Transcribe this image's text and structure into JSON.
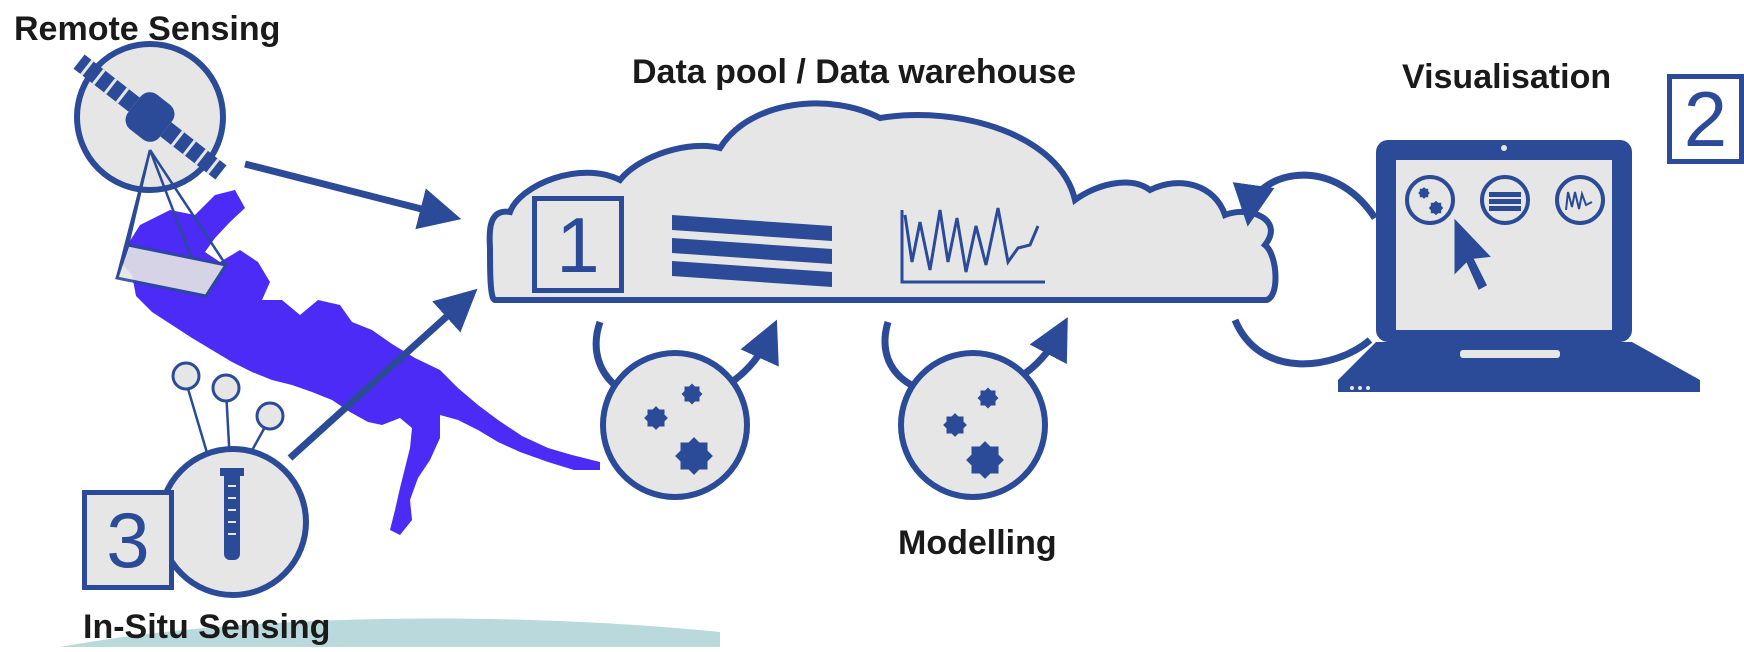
{
  "labels": {
    "remote_sensing": "Remote Sensing",
    "data_pool": "Data pool / Data warehouse",
    "visualisation": "Visualisation",
    "modelling": "Modelling",
    "in_situ": "In-Situ Sensing"
  },
  "badges": {
    "one": "1",
    "two": "2",
    "three": "3"
  },
  "colors": {
    "accent": "#2b4a97",
    "water": "#4b2bf5",
    "fill": "#e6e6e6",
    "teal_band": "#a9cfd3"
  },
  "icons": [
    "satellite-icon",
    "data-layers-icon",
    "time-series-chart-icon",
    "gears-icon",
    "laptop-icon",
    "cursor-icon",
    "thermometer-icon",
    "lake-map-icon"
  ]
}
